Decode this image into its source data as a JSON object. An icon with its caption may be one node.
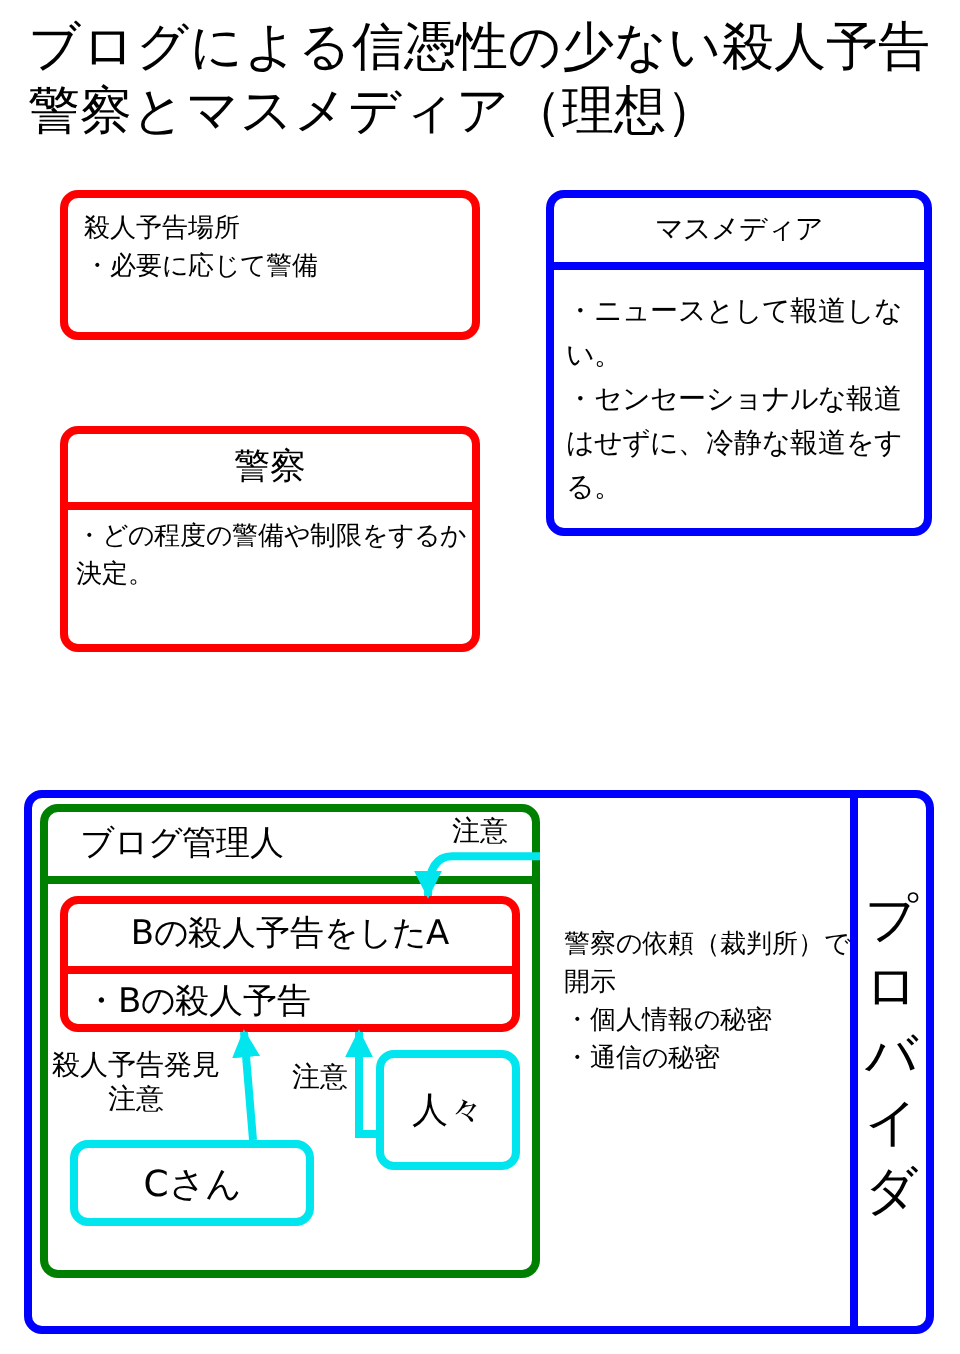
{
  "diagram": {
    "title": "ブログによる信憑性の少ない殺人予告警察とマスメディア（理想）",
    "nodes": [
      {
        "text": [
          "殺人予告場所",
          "・必要に応じて警備"
        ]
      },
      {
        "text": [
          "警察",
          "・どの程度の警備や制限をするか決定。"
        ]
      },
      {
        "text": [
          "マスメディア",
          "・ニュースとして報道しない。",
          "・センセーショナルな報道はせずに、冷静な報道をする。"
        ]
      },
      {
        "text": [
          "プロバイダ",
          "警察の依頼（裁判所）で開示",
          "・個人情報の秘密",
          "・通信の秘密"
        ]
      },
      {
        "text": [
          "ブログ管理人"
        ],
        "in": 3
      },
      {
        "text": [
          "Bの殺人予告をしたA",
          "・Bの殺人予告"
        ],
        "in": 4
      },
      {
        "text": [
          "Cさん"
        ],
        "in": 4
      },
      {
        "text": [
          "人々"
        ],
        "in": 4
      }
    ],
    "edges": [
      {
        "from": 4,
        "to": 5,
        "arrow": "to",
        "label": "注意"
      },
      {
        "from": 6,
        "to": 5,
        "arrow": "to",
        "label": "殺人予告発見注意"
      },
      {
        "from": 7,
        "to": 5,
        "arrow": "to",
        "label": "注意"
      }
    ]
  }
}
